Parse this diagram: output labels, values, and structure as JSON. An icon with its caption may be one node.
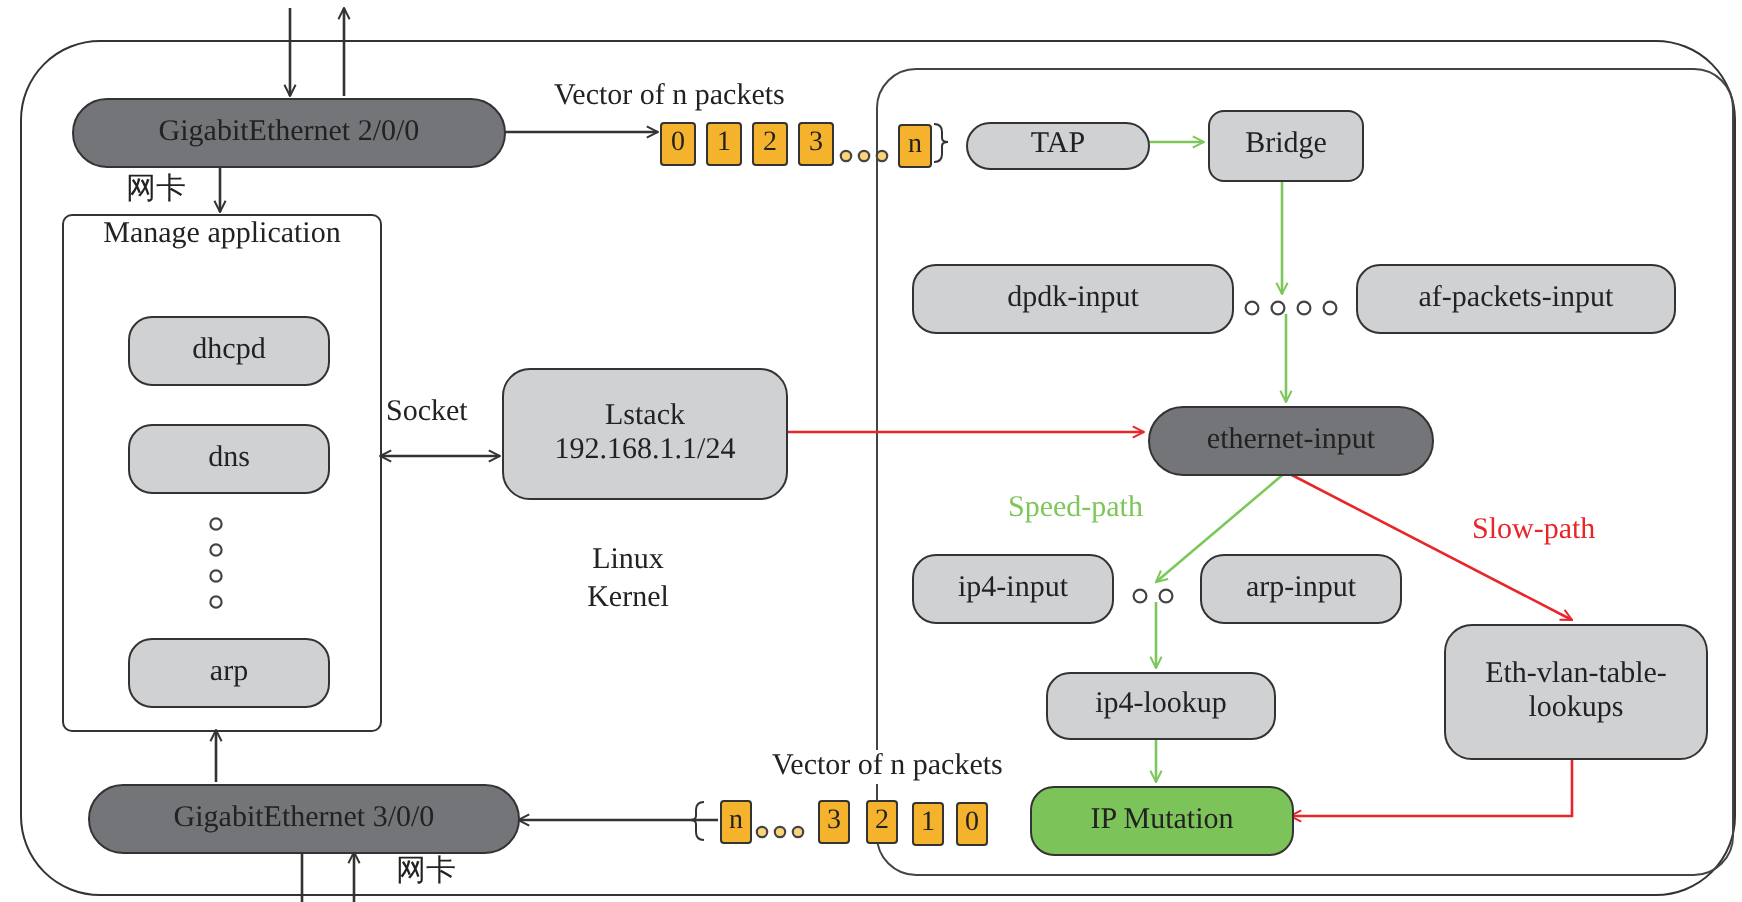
{
  "diagram": {
    "nodes": [
      {
        "text": [
          "Linux Kernel"
        ]
      },
      {
        "text": [],
        "shape": "box",
        "in": 0
      },
      {
        "text": [
          "GigabitEthernet 2/0/0"
        ],
        "in": 0
      },
      {
        "text": [
          "Manage application"
        ],
        "in": 0
      },
      {
        "text": [
          "dhcpd"
        ],
        "in": 3
      },
      {
        "text": [
          "dns"
        ],
        "in": 3
      },
      {
        "text": [
          "arp"
        ],
        "in": 3
      },
      {
        "text": [
          "Lstack 192.168.1.1/24"
        ],
        "in": 0
      },
      {
        "text": [
          "GigabitEthernet 3/0/0"
        ],
        "in": 0
      },
      {
        "text": [
          "0"
        ],
        "in": 0
      },
      {
        "text": [
          "1"
        ],
        "in": 0
      },
      {
        "text": [
          "2"
        ],
        "in": 0
      },
      {
        "text": [
          "3"
        ],
        "in": 0
      },
      {
        "text": [
          "n"
        ],
        "in": 1
      },
      {
        "text": [
          "TAP"
        ],
        "in": 1
      },
      {
        "text": [
          "Bridge"
        ],
        "in": 1
      },
      {
        "text": [
          "dpdk-input"
        ],
        "in": 1
      },
      {
        "text": [
          "af-packets-input"
        ],
        "in": 1
      },
      {
        "text": [
          "ethernet-input"
        ],
        "in": 1
      },
      {
        "text": [
          "ip4-input"
        ],
        "in": 1
      },
      {
        "text": [
          "arp-input"
        ],
        "in": 1
      },
      {
        "text": [
          "ip4-lookup"
        ],
        "in": 1
      },
      {
        "text": [
          "Eth-vlan-table-lookups"
        ],
        "in": 1
      },
      {
        "text": [
          "IP Mutation"
        ],
        "in": 1
      },
      {
        "text": [
          "n"
        ],
        "in": 0
      },
      {
        "text": [
          "3"
        ],
        "in": 0
      },
      {
        "text": [
          "2"
        ],
        "in": 0
      },
      {
        "text": [
          "1"
        ],
        "in": 1
      },
      {
        "text": [
          "0"
        ],
        "in": 1
      },
      {
        "text": [],
        "shape": "circle",
        "in": 1
      },
      {
        "text": [],
        "shape": "circle",
        "in": 1
      }
    ],
    "edges": [
      {
        "from": null,
        "to": 2,
        "arrow": "to"
      },
      {
        "from": 2,
        "to": null,
        "arrow": "to"
      },
      {
        "from": 2,
        "to": 9,
        "arrow": "to"
      },
      {
        "from": 2,
        "to": 3,
        "arrow": "to",
        "label": "网卡"
      },
      {
        "from": 3,
        "to": 7,
        "arrow": "both",
        "label": "Socket"
      },
      {
        "from": 7,
        "to": 18,
        "arrow": "to",
        "color": "#e8262a"
      },
      {
        "from": 14,
        "to": 15,
        "arrow": "to",
        "color": "#7dc75a"
      },
      {
        "from": 15,
        "to": 29,
        "arrow": "to",
        "color": "#7dc75a"
      },
      {
        "from": 29,
        "to": 18,
        "arrow": "to",
        "color": "#7dc75a"
      },
      {
        "from": 18,
        "to": 30,
        "arrow": "to",
        "color": "#7dc75a",
        "label": "Speed-path"
      },
      {
        "from": 30,
        "to": 21,
        "arrow": "to",
        "color": "#7dc75a"
      },
      {
        "from": 21,
        "to": 23,
        "arrow": "to",
        "color": "#7dc75a"
      },
      {
        "from": 18,
        "to": 22,
        "arrow": "to",
        "color": "#e8262a",
        "label": "Slow-path"
      },
      {
        "from": 22,
        "to": 23,
        "arrow": "to",
        "color": "#e8262a"
      },
      {
        "from": 24,
        "to": 8,
        "arrow": "to"
      },
      {
        "from": 8,
        "to": 3,
        "arrow": "to"
      },
      {
        "from": null,
        "to": 8,
        "arrow": "to",
        "label": "网卡"
      },
      {
        "from": 8,
        "to": null,
        "arrow": "none"
      }
    ],
    "labels": [
      "Vector of n packets",
      "Vector of n packets"
    ]
  }
}
